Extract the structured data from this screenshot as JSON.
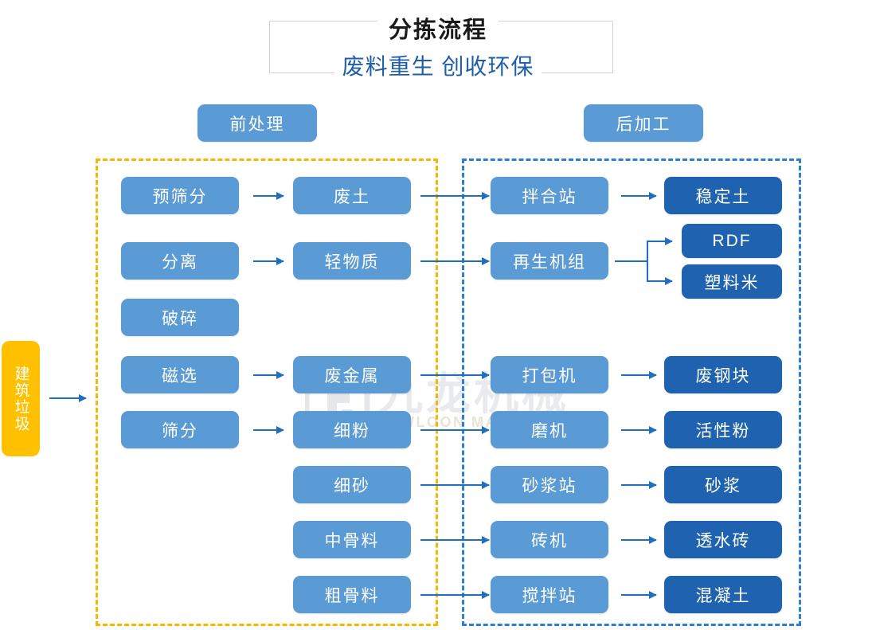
{
  "header": {
    "title": "分拣流程",
    "subtitle": "废料重生 创收环保"
  },
  "watermark": {
    "cn": "九龙机械",
    "en": "KOWLOON MACHINERY",
    "logo_icon": "kowloon-logo-icon"
  },
  "groups": {
    "pre": {
      "label": "前处理",
      "border_color": "#F5B800"
    },
    "post": {
      "label": "后加工",
      "border_color": "#2E7FD1"
    }
  },
  "source": {
    "label": "建筑垃圾"
  },
  "colors": {
    "process": "#5B9BD5",
    "output": "#1F63B0",
    "source": "#FFC000",
    "arrow": "#1F6FC0",
    "title": "#1a1a1a",
    "subtitle": "#1f5fa9"
  },
  "nodes": {
    "pre_process": [
      {
        "label": "预筛分"
      },
      {
        "label": "分离"
      },
      {
        "label": "破碎"
      },
      {
        "label": "磁选"
      },
      {
        "label": "筛分"
      }
    ],
    "materials": [
      {
        "label": "废土"
      },
      {
        "label": "轻物质"
      },
      {
        "label": "废金属"
      },
      {
        "label": "细粉"
      },
      {
        "label": "细砂"
      },
      {
        "label": "中骨料"
      },
      {
        "label": "粗骨料"
      }
    ],
    "machines": [
      {
        "label": "拌合站"
      },
      {
        "label": "再生机组"
      },
      {
        "label": "打包机"
      },
      {
        "label": "磨机"
      },
      {
        "label": "砂浆站"
      },
      {
        "label": "砖机"
      },
      {
        "label": "搅拌站"
      }
    ],
    "outputs": [
      {
        "label": "稳定土"
      },
      {
        "label": "RDF"
      },
      {
        "label": "塑料米"
      },
      {
        "label": "废钢块"
      },
      {
        "label": "活性粉"
      },
      {
        "label": "砂浆"
      },
      {
        "label": "透水砖"
      },
      {
        "label": "混凝土"
      }
    ]
  }
}
